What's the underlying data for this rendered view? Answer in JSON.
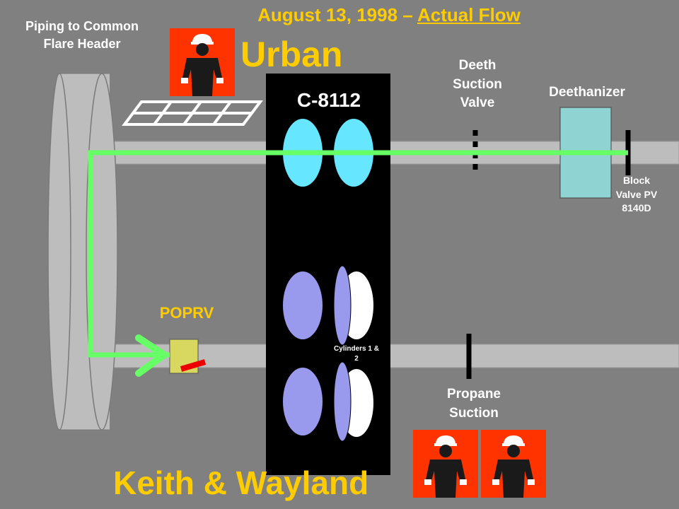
{
  "title": {
    "date": "August 13, 1998 – ",
    "flow": "Actual Flow"
  },
  "names": {
    "top": "Urban",
    "bottom": "Keith & Wayland"
  },
  "labels": {
    "flare_header": "Piping to Common Flare Header",
    "compressor": "C-8112",
    "deeth_valve": "Deeth Suction Valve",
    "deethanizer": "Deethanizer",
    "block_valve": "Block Valve PV 8140D",
    "poprv": "POPRV",
    "cylinders": "Cylinders 1 & 2",
    "propane": "Propane Suction"
  },
  "colors": {
    "background": "#808080",
    "title": "#ffcc00",
    "flow_path": "#66ff66",
    "cylinder_top": "#66e6ff",
    "cylinder_bottom": "#9999ee",
    "deethanizer": "#8fd3d3",
    "poprv": "#d8d860",
    "worker_bg": "#ff3300"
  },
  "icons": {
    "worker": "worker-figure-icon",
    "flow_arrow": "arrow-icon"
  }
}
